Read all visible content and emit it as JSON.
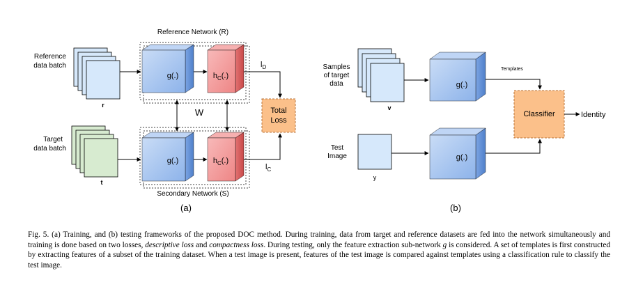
{
  "panel_a": {
    "reference_network_title": "Reference Network (R)",
    "secondary_network_title": "Secondary Network (S)",
    "reference_batch_line1": "Reference",
    "reference_batch_line2": "data batch",
    "target_batch_line1": "Target",
    "target_batch_line2": "data batch",
    "ref_input_symbol": "r",
    "target_input_symbol": "t",
    "g_label": "g(.)",
    "hc_label": "h",
    "hc_sub": "C",
    "hc_suffix": "(.)",
    "shared_weights": "W",
    "loss_d": "l",
    "loss_d_sub": "D",
    "loss_c": "l",
    "loss_c_sub": "C",
    "total_loss_line1": "Total",
    "total_loss_line2": "Loss",
    "panel_label": "(a)"
  },
  "panel_b": {
    "samples_line1": "Samples",
    "samples_line2": "of target",
    "samples_line3": "data",
    "samples_symbol": "v",
    "test_line1": "Test",
    "test_line2": "Image",
    "test_symbol": "y",
    "g_label": "g(.)",
    "templates": "Templates",
    "classifier": "Classifier",
    "identity": "Identity",
    "panel_label": "(b)"
  },
  "caption": {
    "part1": "Fig. 5.   (a) Training, and (b) testing frameworks of the proposed DOC method. During training, data from target and reference datasets are fed into the network simultaneously and training is done based on two losses, ",
    "descriptive": "descriptive loss",
    "and": " and ",
    "compactness": "compactness loss",
    "part2": ". During testing, only the feature extraction sub-network ",
    "g": "g",
    "part3": " is considered. A set of templates is first constructed by extracting features of a subset of the training dataset. When a test image is present, features of the test image is compared against templates using a classification rule to classify the test image."
  },
  "colors": {
    "blue_face": "#aecbf0",
    "blue_side": "#5e8fd6",
    "red_face": "#f4a0a0",
    "red_side": "#d95c5c",
    "orange_box": "#fbc08a",
    "blue_stack": "#d6e8fb",
    "green_stack": "#d7ebd0"
  }
}
